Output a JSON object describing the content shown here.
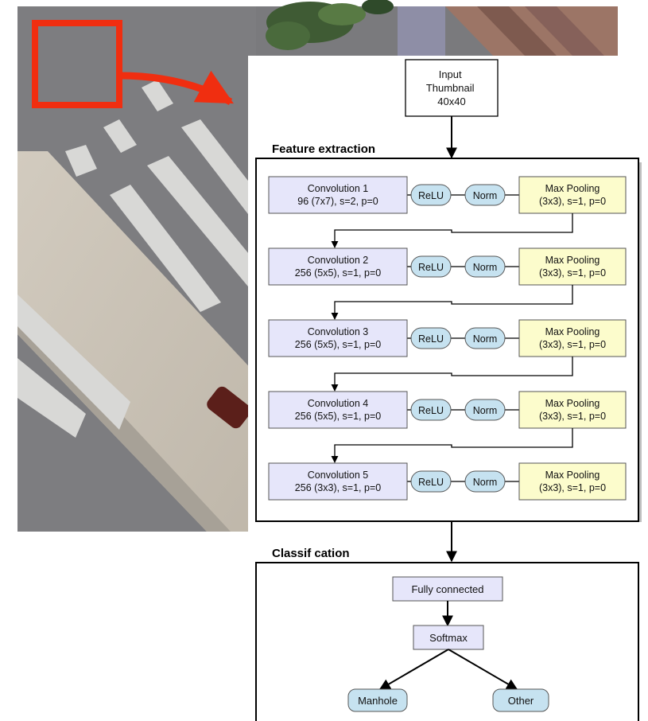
{
  "input": {
    "lines": [
      "Input",
      "Thumbnail",
      "40x40"
    ]
  },
  "feature": {
    "title": "Feature extraction",
    "stages": [
      {
        "conv": [
          "Convolution 1",
          "96 (7x7), s=2, p=0"
        ],
        "relu": "ReLU",
        "norm": "Norm",
        "pool": [
          "Max Pooling",
          "(3x3), s=1, p=0"
        ]
      },
      {
        "conv": [
          "Convolution 2",
          "256 (5x5), s=1, p=0"
        ],
        "relu": "ReLU",
        "norm": "Norm",
        "pool": [
          "Max Pooling",
          "(3x3), s=1, p=0"
        ]
      },
      {
        "conv": [
          "Convolution 3",
          "256 (5x5), s=1, p=0"
        ],
        "relu": "ReLU",
        "norm": "Norm",
        "pool": [
          "Max Pooling",
          "(3x3), s=1, p=0"
        ]
      },
      {
        "conv": [
          "Convolution 4",
          "256 (5x5), s=1, p=0"
        ],
        "relu": "ReLU",
        "norm": "Norm",
        "pool": [
          "Max Pooling",
          "(3x3), s=1, p=0"
        ]
      },
      {
        "conv": [
          "Convolution 5",
          "256 (3x3), s=1, p=0"
        ],
        "relu": "ReLU",
        "norm": "Norm",
        "pool": [
          "Max Pooling",
          "(3x3), s=1, p=0"
        ]
      }
    ]
  },
  "classification": {
    "title": "Classif cation",
    "fc": "Fully connected",
    "softmax": "Softmax",
    "outputs": [
      "Manhole",
      "Other"
    ]
  },
  "colors": {
    "conv_fill": "#e6e6fa",
    "pool_fill": "#fcfccc",
    "pill_fill": "#c6e2f0",
    "highlight": "#f02e10",
    "border": "#000000"
  }
}
